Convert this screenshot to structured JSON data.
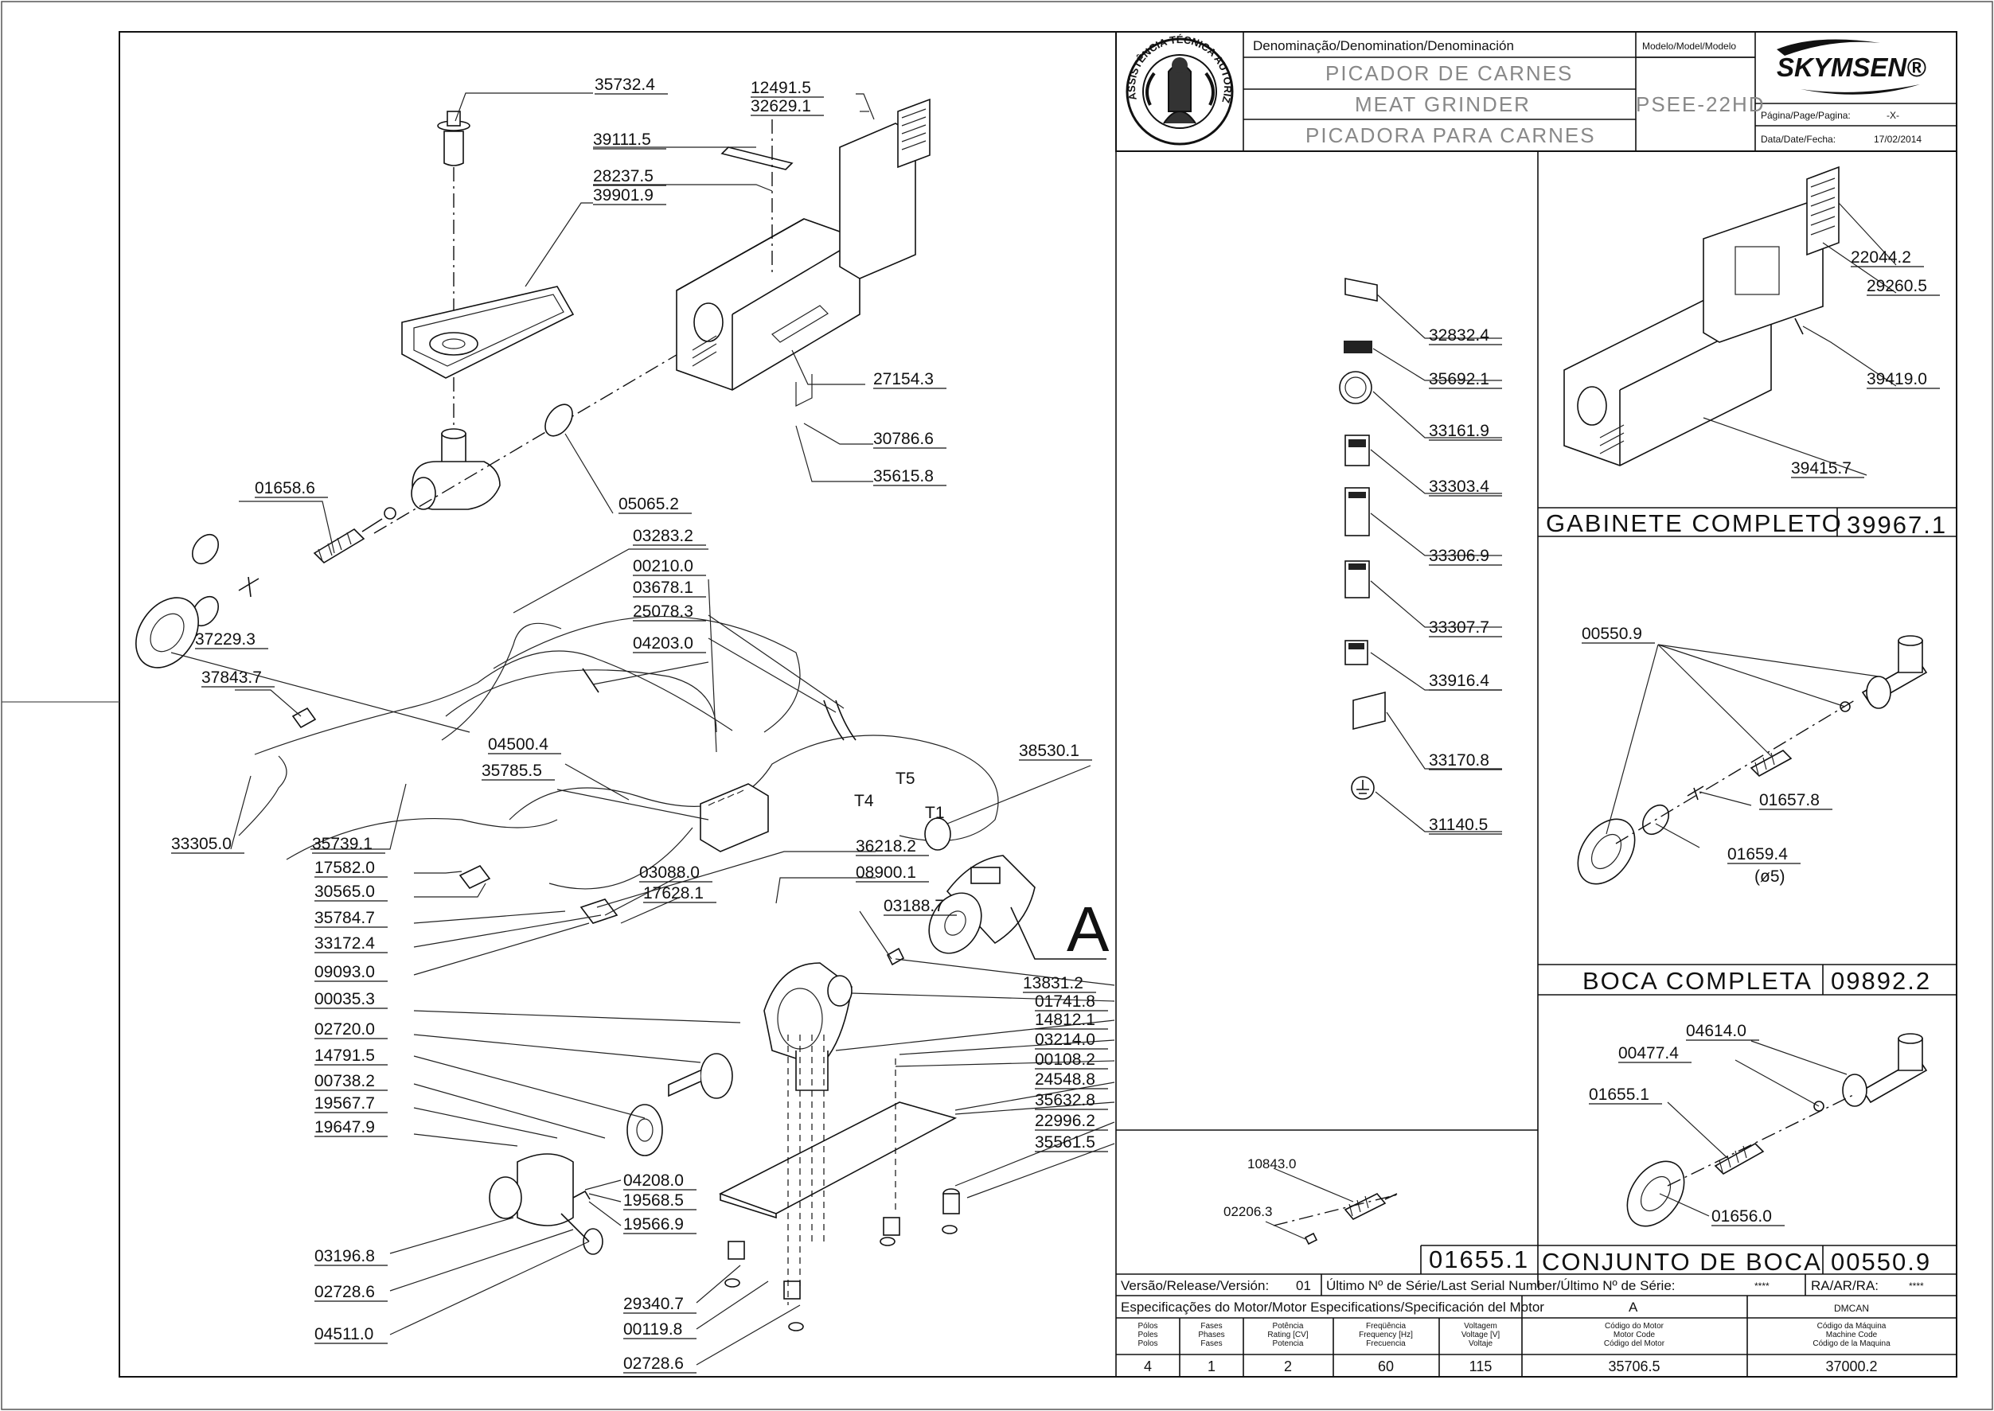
{
  "title_block": {
    "denomination_header": "Denominação/Denomination/Denominación",
    "name_pt": "PICADOR DE CARNES",
    "name_en": "MEAT GRINDER",
    "name_es": "PICADORA  PARA CARNES",
    "model_header": "Modelo/Model/Modelo",
    "model": "PSEE-22HD",
    "brand": "SKYMSEN®",
    "page_label": "Página/Page/Pagina:",
    "page_value": "-X-",
    "date_label": "Data/Date/Fecha:",
    "date_value": "17/02/2014",
    "seal_text": "ASSISTÊNCIA TÉCNICA AUTORIZADA"
  },
  "main_parts": [
    {
      "label": "35732.4"
    },
    {
      "label": "12491.5"
    },
    {
      "label": "32629.1"
    },
    {
      "label": "39111.5"
    },
    {
      "label": "28237.5"
    },
    {
      "label": "39901.9"
    },
    {
      "label": "27154.3"
    },
    {
      "label": "30786.6"
    },
    {
      "label": "35615.8"
    },
    {
      "label": "01658.6"
    },
    {
      "label": "05065.2"
    },
    {
      "label": "03283.2"
    },
    {
      "label": "00210.0"
    },
    {
      "label": "03678.1"
    },
    {
      "label": "25078.3"
    },
    {
      "label": "04203.0"
    },
    {
      "label": "37229.3"
    },
    {
      "label": "37843.7"
    },
    {
      "label": "04500.4"
    },
    {
      "label": "35785.5"
    },
    {
      "label": "38530.1"
    },
    {
      "label": "33305.0"
    },
    {
      "label": "35739.1"
    },
    {
      "label": "17582.0"
    },
    {
      "label": "36218.2"
    },
    {
      "label": "30565.0"
    },
    {
      "label": "03088.0"
    },
    {
      "label": "08900.1"
    },
    {
      "label": "35784.7"
    },
    {
      "label": "17628.1"
    },
    {
      "label": "33172.4"
    },
    {
      "label": "03188.7"
    },
    {
      "label": "09093.0"
    },
    {
      "label": "13831.2"
    },
    {
      "label": "00035.3"
    },
    {
      "label": "01741.8"
    },
    {
      "label": "14812.1"
    },
    {
      "label": "02720.0"
    },
    {
      "label": "03214.0"
    },
    {
      "label": "14791.5"
    },
    {
      "label": "00108.2"
    },
    {
      "label": "00738.2"
    },
    {
      "label": "24548.8"
    },
    {
      "label": "19567.7"
    },
    {
      "label": "35632.8"
    },
    {
      "label": "19647.9"
    },
    {
      "label": "22996.2"
    },
    {
      "label": "35561.5"
    },
    {
      "label": "04208.0"
    },
    {
      "label": "19568.5"
    },
    {
      "label": "19566.9"
    },
    {
      "label": "03196.8"
    },
    {
      "label": "02728.6"
    },
    {
      "label": "29340.7"
    },
    {
      "label": "00119.8"
    },
    {
      "label": "04511.0"
    },
    {
      "label": "02728.6"
    }
  ],
  "wire_labels": [
    "T5",
    "T4",
    "T1"
  ],
  "motor_letter": "A",
  "labels_column": [
    "32832.4",
    "35692.1",
    "33161.9",
    "33303.4",
    "33306.9",
    "33307.7",
    "33916.4",
    "33170.8",
    "31140.5"
  ],
  "cabinet": {
    "parts": [
      "22044.2",
      "29260.5",
      "39419.0",
      "39415.7"
    ],
    "title": "GABINETE  COMPLETO",
    "code": "39967.1"
  },
  "boca_completa": {
    "parts": [
      "00550.9",
      "01657.8",
      "01659.4",
      "(ø5)"
    ],
    "title": "BOCA  COMPLETA",
    "code": "09892.2"
  },
  "conjunto_boca": {
    "parts": [
      "04614.0",
      "00477.4",
      "01655.1",
      "01656.0"
    ],
    "title": "CONJUNTO  DE  BOCA",
    "code": "00550.9"
  },
  "screw_detail": {
    "parts": [
      "10843.0",
      "02206.3"
    ],
    "code": "01655.1"
  },
  "release_row": {
    "version_label": "Versão/Release/Versión:",
    "version_value": "01",
    "serial_label": "Último Nº de Série/Last Serial Number/Último Nº de Série:",
    "serial_value": "****",
    "ra_label": "RA/AR/RA:",
    "ra_value": "****"
  },
  "motor_spec": {
    "header": "Especificações do Motor/Motor Especifications/Specificación del Motor",
    "motor_letter": "A",
    "machine_header": "DMCAN",
    "columns": [
      {
        "h1": "Pólos",
        "h2": "Poles",
        "h3": "Polos",
        "value": "4"
      },
      {
        "h1": "Fases",
        "h2": "Phases",
        "h3": "Fases",
        "value": "1"
      },
      {
        "h1": "Potência",
        "h2": "Rating [CV]",
        "h3": "Potencia",
        "value": "2"
      },
      {
        "h1": "Freqüência",
        "h2": "Frequency [Hz]",
        "h3": "Frecuencia",
        "value": "60"
      },
      {
        "h1": "Voltagem",
        "h2": "Voltage [V]",
        "h3": "Voltaje",
        "value": "115"
      },
      {
        "h1": "Código do Motor",
        "h2": "Motor Code",
        "h3": "Código del Motor",
        "value": "35706.5"
      },
      {
        "h1": "Código da Máquina",
        "h2": "Machine Code",
        "h3": "Código de la Maquina",
        "value": "37000.2"
      }
    ]
  }
}
